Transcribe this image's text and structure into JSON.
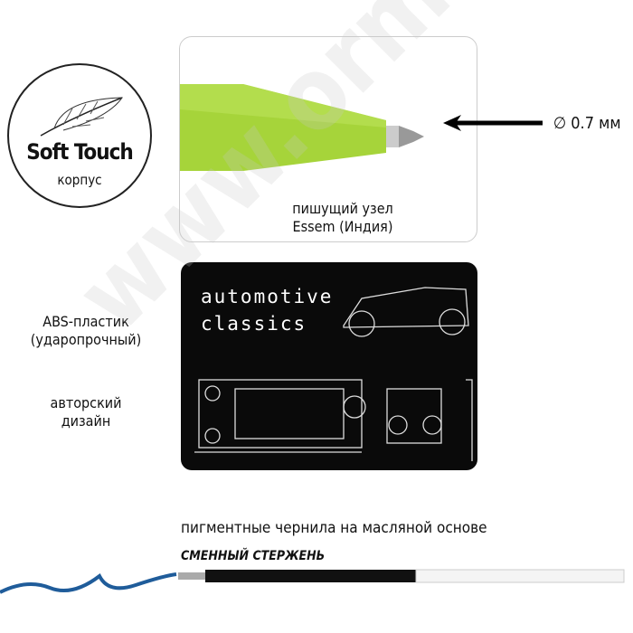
{
  "badge": {
    "title": "Soft Touch",
    "subtitle": "корпус"
  },
  "tip": {
    "label_line1": "пишущий узел",
    "label_line2": "Essem (Индия)",
    "diameter": "∅ 0.7 мм",
    "pen_color": "#a6d43a"
  },
  "design": {
    "line1": "automotive",
    "line2": "classics"
  },
  "left_labels": {
    "material_line1": "ABS-пластик",
    "material_line2": "(ударопрочный)",
    "design_line1": "авторский",
    "design_line2": "дизайн"
  },
  "refill": {
    "ink": "пигментные чернила на масляной основе",
    "title": "СМЕННЫЙ СТЕРЖЕНЬ",
    "ink_color": "#1f5c9a"
  },
  "watermark": "www.ormak-k.ru"
}
